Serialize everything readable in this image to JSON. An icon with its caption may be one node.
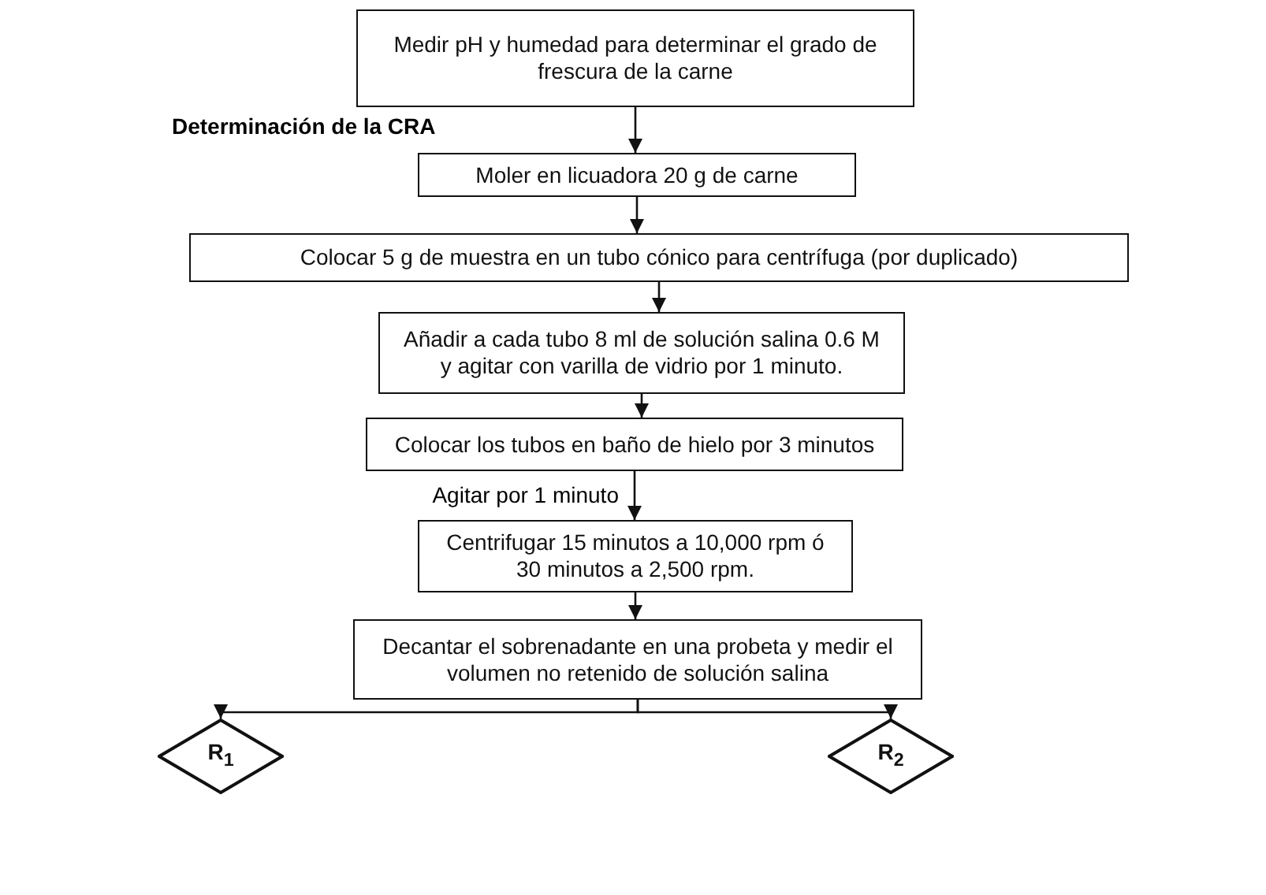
{
  "diagram": {
    "nodes": [
      {
        "text": [
          "Medir pH y humedad para determinar el grado de frescura de la carne"
        ]
      },
      {
        "text": [
          "Moler en licuadora 20 g de carne"
        ]
      },
      {
        "text": [
          "Colocar 5 g de muestra en un tubo cónico para centrífuga (por duplicado)"
        ]
      },
      {
        "text": [
          "Añadir a cada tubo 8 ml de solución salina 0.6 M y agitar con varilla de vidrio por 1 minuto."
        ]
      },
      {
        "text": [
          "Colocar los tubos en baño de hielo por 3 minutos"
        ]
      },
      {
        "text": [
          "Centrifugar 15 minutos a 10,000 rpm ó 30 minutos a 2,500 rpm."
        ]
      },
      {
        "text": [
          "Decantar el sobrenadante en una probeta y medir el volumen no retenido de solución salina"
        ]
      },
      {
        "text": [
          "R$_{1}$"
        ]
      },
      {
        "text": [
          "R$_{2}$"
        ]
      }
    ],
    "edges": [
      {
        "from": 0,
        "to": 1,
        "arrow": "to"
      },
      {
        "from": 1,
        "to": 2,
        "arrow": "to"
      },
      {
        "from": 2,
        "to": 3,
        "arrow": "to"
      },
      {
        "from": 3,
        "to": 4,
        "arrow": "to"
      },
      {
        "from": 4,
        "to": 5,
        "arrow": "to",
        "label": "Agitar por 1 minuto"
      },
      {
        "from": 5,
        "to": 6,
        "arrow": "to"
      },
      {
        "from": 6,
        "to": 7,
        "arrow": "to"
      },
      {
        "from": 6,
        "to": 8,
        "arrow": "to"
      }
    ],
    "labels": [
      "Determinación de la CRA"
    ]
  }
}
